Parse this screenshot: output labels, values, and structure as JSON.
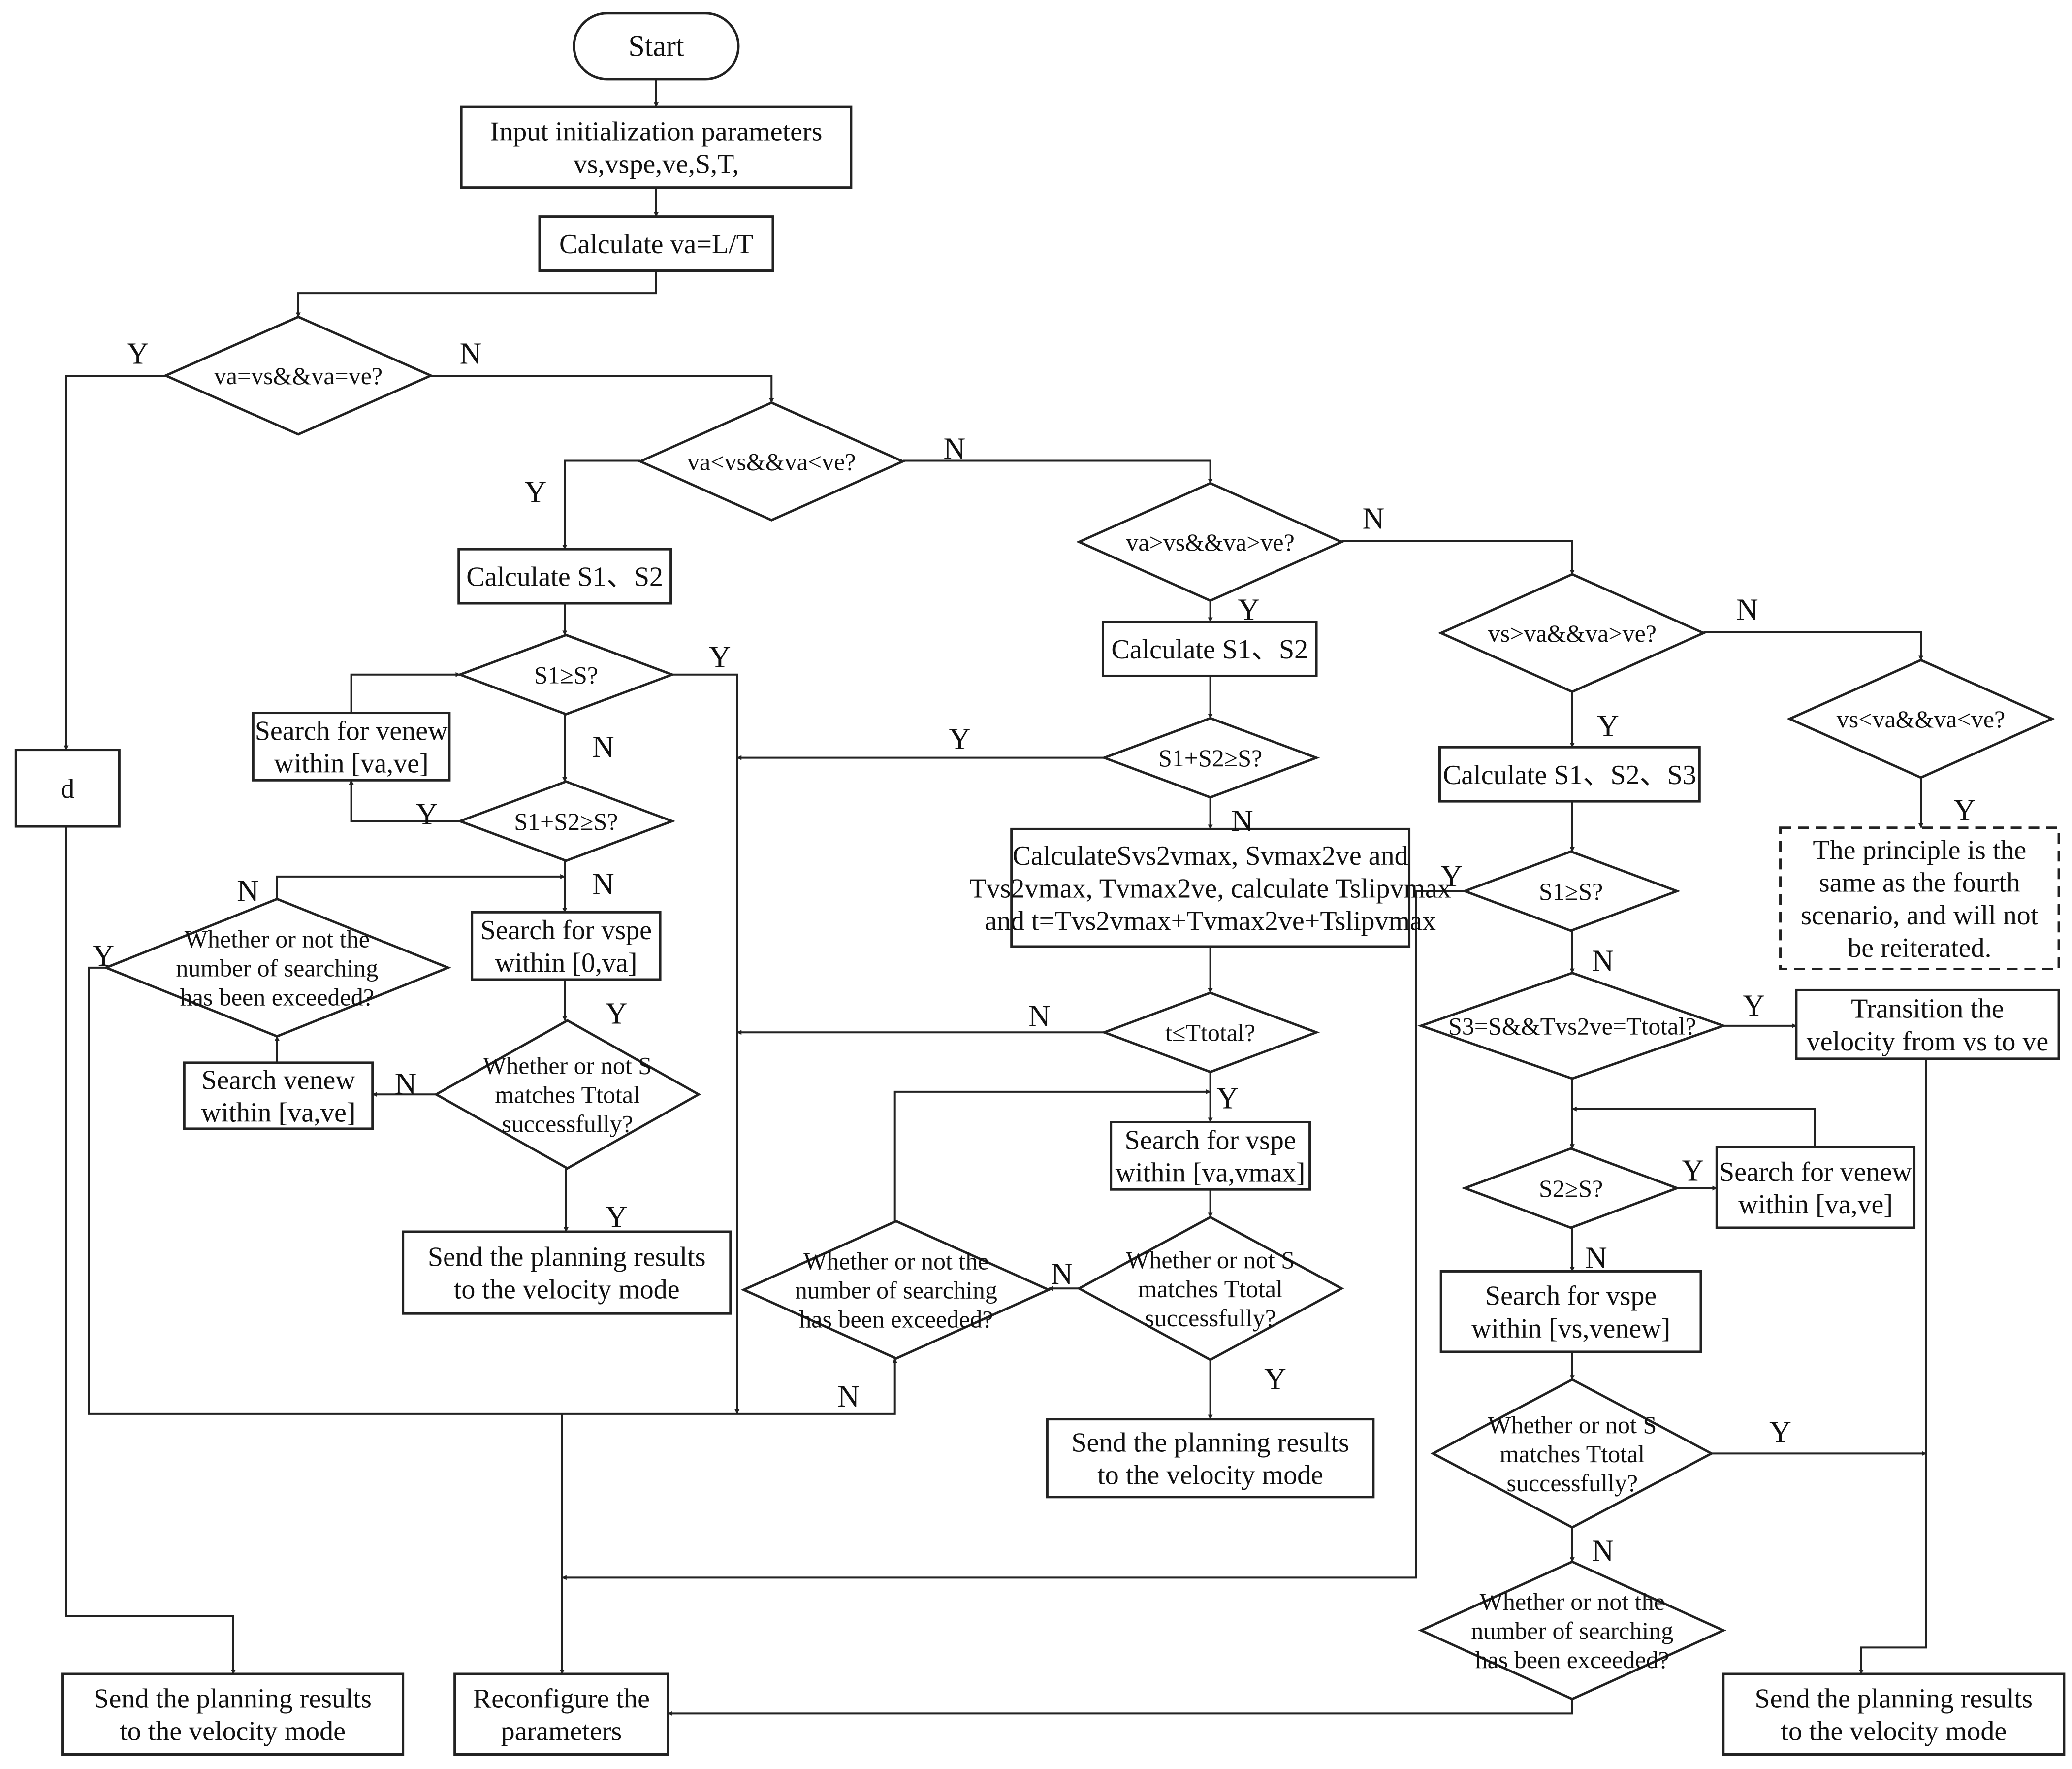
{
  "nodes": {
    "start": [
      "Start"
    ],
    "input": [
      "Input initialization parameters",
      "vs,vspe,ve,S,T,"
    ],
    "calc_va": [
      "Calculate va=L/T"
    ],
    "d1": [
      "va=vs&&va=ve?"
    ],
    "d2": [
      "va<vs&&va<ve?"
    ],
    "d3": [
      "va>vs&&va>ve?"
    ],
    "d4": [
      "vs>va&&va>ve?"
    ],
    "d5": [
      "vs<va&&va<ve?"
    ],
    "d_box": [
      "d"
    ],
    "calc_s1s2_a": [
      "Calculate S1、S2"
    ],
    "a_s1": [
      "S1≥S?"
    ],
    "a_search_venew": [
      "Search for venew",
      "within [va,ve]"
    ],
    "a_s1s2": [
      "S1+S2≥S?"
    ],
    "a_search_vspe": [
      "Search for vspe",
      "within [0,va]"
    ],
    "a_exceeded": [
      "Whether or not the",
      "number of searching",
      "has been exceeded?"
    ],
    "a_search_venew2": [
      "Search venew",
      "within [va,ve]"
    ],
    "a_match": [
      "Whether or not S",
      "matches Ttotal",
      "successfully?"
    ],
    "a_send": [
      "Send the planning results",
      "to the velocity mode"
    ],
    "calc_s1s2_b": [
      "Calculate S1、S2"
    ],
    "b_s1s2": [
      "S1+S2≥S?"
    ],
    "b_calc": [
      "CalculateSvs2vmax, Svmax2ve and",
      "Tvs2vmax, Tvmax2ve, calculate Tslipvmax",
      "and t=Tvs2vmax+Tvmax2ve+Tslipvmax"
    ],
    "b_t": [
      "t≤Ttotal?"
    ],
    "b_search_vspe": [
      "Search for vspe",
      "within [va,vmax]"
    ],
    "b_match": [
      "Whether or not S",
      "matches Ttotal",
      "successfully?"
    ],
    "b_exceeded": [
      "Whether or not the",
      "number of searching",
      "has been exceeded?"
    ],
    "b_send": [
      "Send the planning results",
      "to the velocity mode"
    ],
    "calc_s123": [
      "Calculate S1、S2、S3"
    ],
    "c_s1": [
      "S1≥S?"
    ],
    "c_s3": [
      "S3=S&&Tvs2ve=Ttotal?"
    ],
    "c_transition": [
      "Transition the",
      "velocity from vs to ve"
    ],
    "c_s2": [
      "S2≥S?"
    ],
    "c_search_venew": [
      "Search for venew",
      "within [va,ve]"
    ],
    "c_search_vspe": [
      "Search for vspe",
      "within [vs,venew]"
    ],
    "c_match": [
      "Whether or not S",
      "matches Ttotal",
      "successfully?"
    ],
    "c_exceeded": [
      "Whether or not the",
      "number of searching",
      "has been exceeded?"
    ],
    "principle": [
      "The principle is the",
      "same as the fourth",
      "scenario, and will not",
      "be reiterated."
    ],
    "send_left": [
      "Send the planning results",
      "to the velocity mode"
    ],
    "reconfigure": [
      "Reconfigure the",
      "parameters"
    ],
    "send_right": [
      "Send the planning results",
      "to the velocity mode"
    ]
  },
  "edge_labels": {
    "yes": "Y",
    "no": "N"
  }
}
